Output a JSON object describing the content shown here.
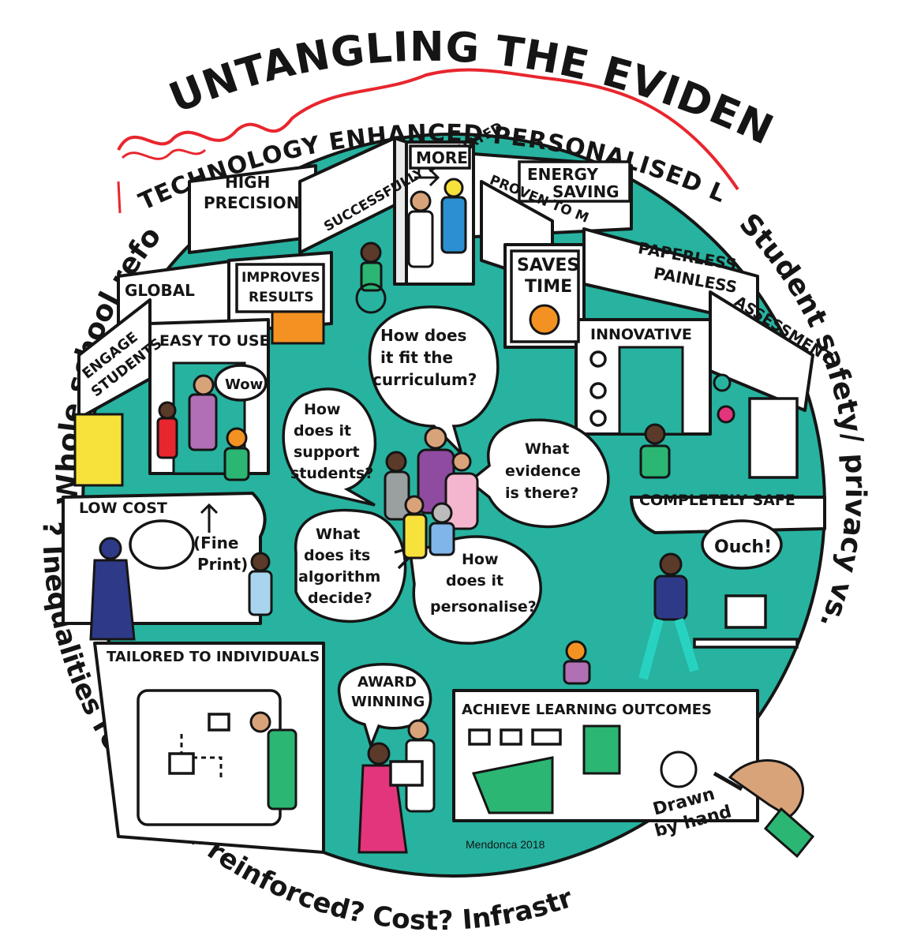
{
  "title": "UNTANGLING THE EVIDENCE",
  "subtitle": "TECHNOLOGY ENHANCED PERSONALISED LEARNING",
  "ring_right": "Student safety/ privacy vs. autonomy?",
  "ring_left": "Whole school reform?",
  "ring_bottom": "? Inequalities reduced or reinforced? Cost? Infrastructure?",
  "signs": {
    "high_precision": "HIGH PRECISION",
    "successfully_evaluated": "SUCCESSFULLY EVALUATED",
    "more": "MORE",
    "energy_saving": "ENERGY SAVING",
    "proven": "PROVEN TO M",
    "global": "GLOBAL",
    "improves_results": "IMPROVES RESULTS",
    "saves_time": "SAVES TIME",
    "paperless": "PAPERLESS PAINLESS",
    "engage_students": "ENGAGE STUDENTS",
    "easy_to_use": "EASY TO USE",
    "innovative": "INNOVATIVE",
    "assessment": "ASSESSMENT",
    "low_cost": "LOW COST",
    "fine_print": "(Fine Print)",
    "completely_safe": "COMPLETELY SAFE",
    "tailored": "TAILORED TO INDIVIDUALS",
    "achieve": "ACHIEVE LEARNING OUTCOMES"
  },
  "bubbles": {
    "curriculum": [
      "How does",
      "it fit the",
      "curriculum?"
    ],
    "support": [
      "How",
      "does it",
      "support",
      "students?"
    ],
    "evidence": [
      "What",
      "evidence",
      "is there?"
    ],
    "algorithm": [
      "What",
      "does its",
      "algorithm",
      "decide?"
    ],
    "personalise": [
      "How",
      "does it",
      "personalise?"
    ],
    "wow": "Wow",
    "ouch": "Ouch!",
    "award": [
      "AWARD",
      "WINNING"
    ]
  },
  "signature": "Mendonca 2018",
  "drawn_by_hand": [
    "Drawn",
    "by hand"
  ],
  "colors": {
    "teal": "#27b3a0",
    "red": "#e8262e",
    "ink": "#151515",
    "orange": "#f39222",
    "pink": "#e3357b",
    "purple": "#8e4b9f",
    "green": "#2bb673",
    "yellow": "#f7e13b",
    "skin": "#d9a37a",
    "navy": "#2e3a87"
  }
}
